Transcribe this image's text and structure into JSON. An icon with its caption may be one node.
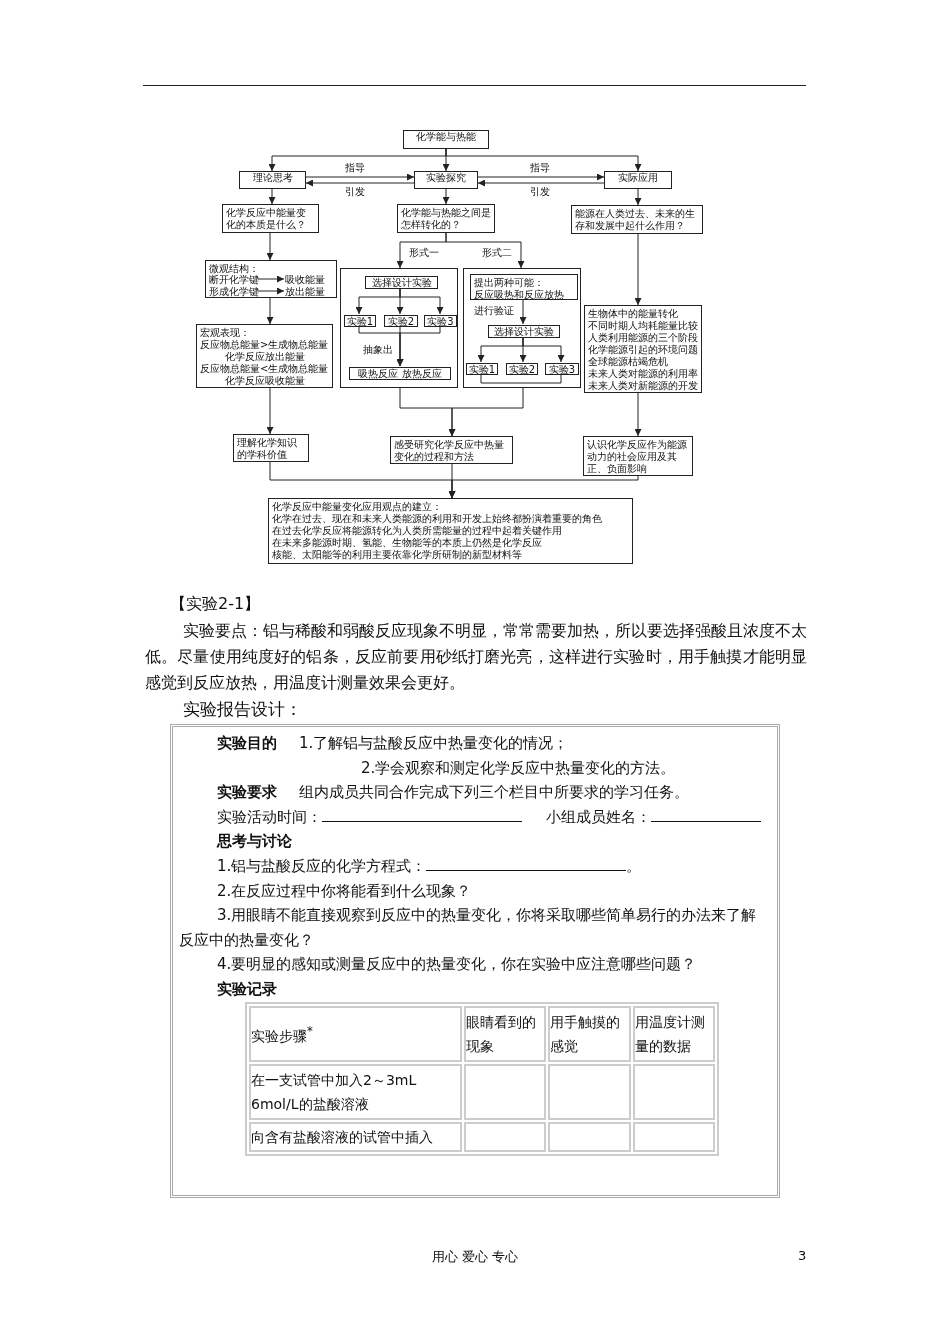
{
  "diagram": {
    "nodes": [
      {
        "text": [
          "化学能与热能"
        ]
      },
      {
        "text": [
          "理论思考"
        ]
      },
      {
        "text": [
          "实验探究"
        ]
      },
      {
        "text": [
          "实际应用"
        ]
      },
      {
        "text": [
          "化学反应中能量变化的本质是什么？"
        ]
      },
      {
        "text": [
          "化学能与热能之间是怎样转化的？"
        ]
      },
      {
        "text": [
          "能源在人类过去、未来的生存和发展中起什么作用？"
        ]
      },
      {
        "text": [
          "微观结构："
        ]
      },
      {
        "text": [
          "断开化学键"
        ],
        "in": 7
      },
      {
        "text": [
          "吸收能量"
        ],
        "in": 7
      },
      {
        "text": [
          "形成化学键"
        ],
        "in": 7
      },
      {
        "text": [
          "放出能量"
        ],
        "in": 7
      },
      {
        "text": [
          "宏观表现：",
          "反应物总能量>生成物总能量",
          "化学反应放出能量",
          "反应物总能量<生成物总能量",
          "化学反应吸收能量"
        ]
      },
      {
        "text": [],
        "shape": "box"
      },
      {
        "text": [
          "选择设计实验"
        ],
        "in": 13
      },
      {
        "text": [
          "实验1"
        ],
        "in": 13
      },
      {
        "text": [
          "实验2"
        ],
        "in": 13
      },
      {
        "text": [
          "实验3"
        ],
        "in": 13
      },
      {
        "text": [
          "吸热反应 放热反应"
        ],
        "in": 13
      },
      {
        "text": [],
        "shape": "box"
      },
      {
        "text": [
          "提出两种可能：",
          "反应吸热和反应放热"
        ],
        "in": 19
      },
      {
        "text": [
          "选择设计实验"
        ],
        "in": 19
      },
      {
        "text": [
          "实验1"
        ],
        "in": 19
      },
      {
        "text": [
          "实验2"
        ],
        "in": 19
      },
      {
        "text": [
          "实验3"
        ],
        "in": 19
      },
      {
        "text": [
          "生物体中的能量转化",
          "不同时期人均耗能量比较",
          "人类利用能源的三个阶段",
          "化学能源引起的环境问题",
          "全球能源枯竭危机",
          "未来人类对能源的利用率",
          "未来人类对新能源的开发"
        ]
      },
      {
        "text": [
          "理解化学知识的学科价值"
        ]
      },
      {
        "text": [
          "感受研究化学反应中热量变化的过程和方法"
        ]
      },
      {
        "text": [
          "认识化学反应作为能源动力的社会应用及其正、负面影响"
        ]
      },
      {
        "text": [
          "化学反应中能量变化应用观点的建立：",
          "化学在过去、现在和未来人类能源的利用和开发上始终都扮演着重要的角色",
          "在过去化学反应将能源转化为人类所需能量的过程中起着关键作用",
          "在未来多能源时期、氢能、生物能等的本质上仍然是化学反应",
          "核能、太阳能等的利用主要依靠化学所研制的新型材料等"
        ]
      }
    ],
    "edges": [
      {
        "from": 0,
        "to": 1,
        "arrow": "to"
      },
      {
        "from": 0,
        "to": 2,
        "arrow": "to"
      },
      {
        "from": 0,
        "to": 3,
        "arrow": "to"
      },
      {
        "from": 1,
        "to": 2,
        "arrow": "to",
        "label": "指导"
      },
      {
        "from": 2,
        "to": 1,
        "arrow": "to",
        "label": "引发"
      },
      {
        "from": 2,
        "to": 3,
        "arrow": "to",
        "label": "指导"
      },
      {
        "from": 3,
        "to": 2,
        "arrow": "to",
        "label": "引发"
      },
      {
        "from": 1,
        "to": 4,
        "arrow": "to"
      },
      {
        "from": 2,
        "to": 5,
        "arrow": "to"
      },
      {
        "from": 3,
        "to": 6,
        "arrow": "to"
      },
      {
        "from": 4,
        "to": 7,
        "arrow": "to"
      },
      {
        "from": 5,
        "to": 13,
        "arrow": "to",
        "label": "形式一"
      },
      {
        "from": 5,
        "to": 19,
        "arrow": "to",
        "label": "形式二"
      },
      {
        "from": 14,
        "to": 15,
        "arrow": "to"
      },
      {
        "from": 14,
        "to": 16,
        "arrow": "to"
      },
      {
        "from": 14,
        "to": 17,
        "arrow": "to"
      },
      {
        "from": 15,
        "to": 18,
        "arrow": "to"
      },
      {
        "from": 16,
        "to": 18,
        "arrow": "to",
        "label": "抽象出"
      },
      {
        "from": 17,
        "to": 18,
        "arrow": "to"
      },
      {
        "from": 20,
        "to": 21,
        "arrow": "to",
        "label": "进行验证"
      },
      {
        "from": 21,
        "to": 22,
        "arrow": "to"
      },
      {
        "from": 21,
        "to": 23,
        "arrow": "to"
      },
      {
        "from": 21,
        "to": 24,
        "arrow": "to"
      },
      {
        "from": 6,
        "to": 25,
        "arrow": "to"
      },
      {
        "from": 7,
        "to": 12,
        "arrow": "to"
      },
      {
        "from": 12,
        "to": 26,
        "arrow": "to"
      },
      {
        "from": 13,
        "to": 27,
        "arrow": "to"
      },
      {
        "from": 19,
        "to": 27,
        "arrow": "to"
      },
      {
        "from": 25,
        "to": 28,
        "arrow": "to"
      },
      {
        "from": 26,
        "to": 29,
        "arrow": "to"
      },
      {
        "from": 27,
        "to": 29,
        "arrow": "to"
      },
      {
        "from": 28,
        "to": 29,
        "arrow": "to"
      },
      {
        "from": 8,
        "to": 9,
        "arrow": "to"
      },
      {
        "from": 10,
        "to": 11,
        "arrow": "to"
      }
    ],
    "labels": [
      "【实验2-1】",
      "实验要点：铝与稀酸和弱酸反应现象不明显，常常需要加热，所以要选择强酸且浓度不太低。尽量使用纯度好的铝条，反应前要用砂纸打磨光亮，这样进行实验时，用手触摸才能明显感觉到反应放热，用温度计测量效果会更好。",
      "实验报告设计：",
      "实验目的",
      "1.了解铝与盐酸反应中热量变化的情况；",
      "2.学会观察和测定化学反应中热量变化的方法。",
      "实验要求",
      "组内成员共同合作完成下列三个栏目中所要求的学习任务。",
      "实验活动时间：",
      "小组成员姓名：",
      "思考与讨论",
      "1.铝与盐酸反应的化学方程式：",
      "。",
      "2.在反应过程中你将能看到什么现象？",
      "3.用眼睛不能直接观察到反应中的热量变化，你将采取哪些简单易行的办法来了解反应中的热量变化？",
      "4.要明显的感知或测量反应中的热量变化，你在实验中应注意哪些问题？",
      "实验记录",
      "实验步骤$^{*}$",
      "眼睛看到的现象",
      "用手触摸的感觉",
      "用温度计测量的数据",
      "在一支试管中加入2～3mL 6mol/L的盐酸溶液",
      "向含有盐酸溶液的试管中插入",
      "用心 爱心 专心",
      "3"
    ]
  }
}
